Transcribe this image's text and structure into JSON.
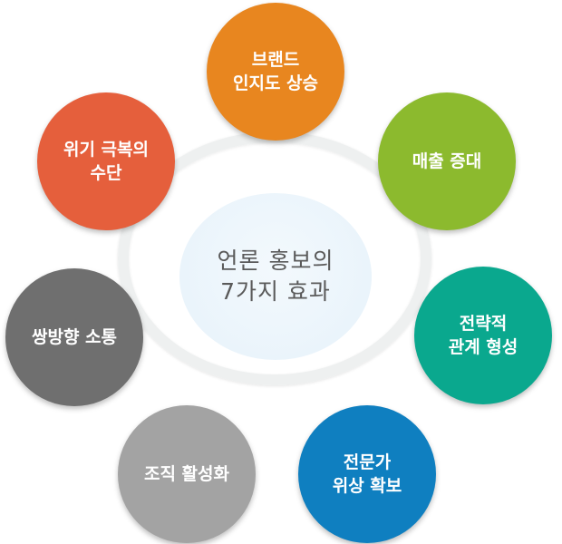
{
  "center": {
    "label": "언론 홍보의\n7가지 효과",
    "color": "#eaf4fb"
  },
  "effects": [
    {
      "label": "브랜드\n인지도 상승",
      "color": "#e8861f"
    },
    {
      "label": "매출 증대",
      "color": "#8cba2e"
    },
    {
      "label": "전략적\n관계 형성",
      "color": "#0aa88e"
    },
    {
      "label": "전문가\n위상 확보",
      "color": "#0f7fc0"
    },
    {
      "label": "조직 활성화",
      "color": "#a3a3a3"
    },
    {
      "label": "쌍방향 소통",
      "color": "#6f6f6f"
    },
    {
      "label": "위기 극복의\n수단",
      "color": "#e55f3c"
    }
  ]
}
